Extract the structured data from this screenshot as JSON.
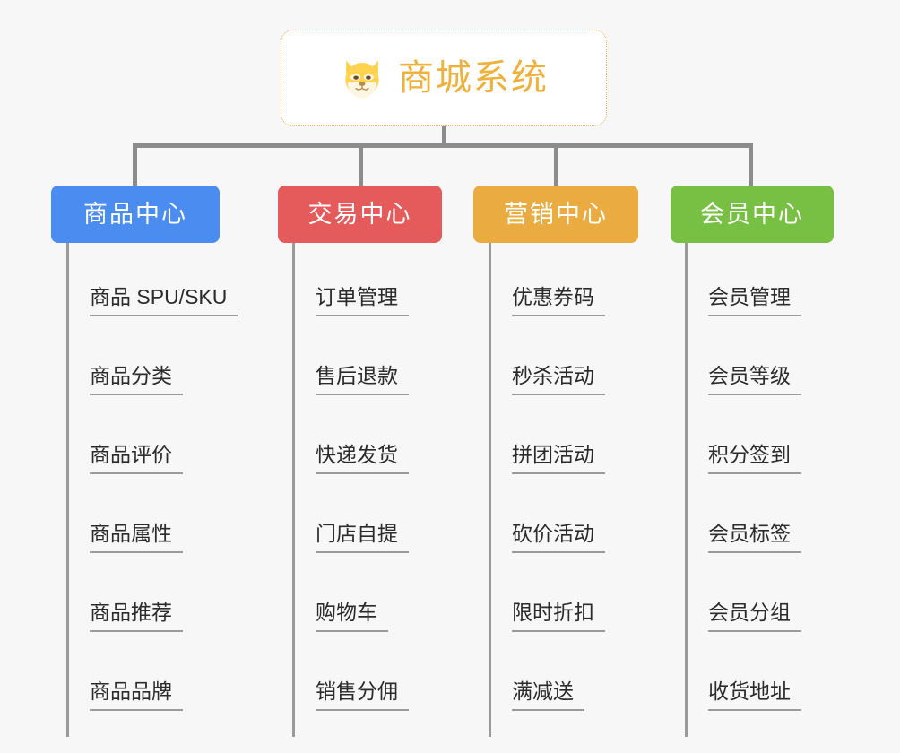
{
  "root": {
    "title": "商城系统",
    "icon": "dog-face-icon",
    "border_color": "#e8b04b",
    "text_color": "#f0b03c",
    "background": "#ffffff"
  },
  "canvas": {
    "background": "#f7f7f7",
    "connector_color": "#8c8c8c"
  },
  "branches": [
    {
      "label": "商品中心",
      "color": "#4a8cf0",
      "items": [
        "商品 SPU/SKU",
        "商品分类",
        "商品评价",
        "商品属性",
        "商品推荐",
        "商品品牌"
      ]
    },
    {
      "label": "交易中心",
      "color": "#e55a5a",
      "items": [
        "订单管理",
        "售后退款",
        "快递发货",
        "门店自提",
        "购物车",
        "销售分佣"
      ]
    },
    {
      "label": "营销中心",
      "color": "#eaab40",
      "items": [
        "优惠券码",
        "秒杀活动",
        "拼团活动",
        "砍价活动",
        "限时折扣",
        "满减送"
      ]
    },
    {
      "label": "会员中心",
      "color": "#78c043",
      "items": [
        "会员管理",
        "会员等级",
        "积分签到",
        "会员标签",
        "会员分组",
        "收货地址"
      ]
    }
  ]
}
